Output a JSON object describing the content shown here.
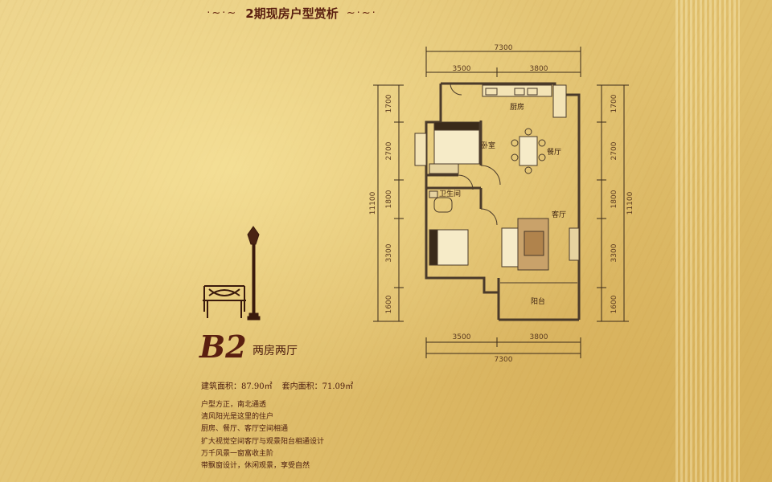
{
  "header": {
    "title": "2期现房户型赏析",
    "deco_left": "·~·~",
    "deco_right": "~·~·"
  },
  "unit": {
    "code": "B2",
    "type": "两房两厅",
    "built_area": "建筑面积：87.90㎡",
    "inner_area": "套内面积：71.09㎡",
    "features": [
      "户型方正，南北通透",
      "清风阳光是这里的住户",
      "厨房、餐厅、客厅空间相通",
      "扩大视觉空间客厅与观景阳台相通设计",
      "万千风景一窗富收主阶",
      "带飘窗设计，休闲观景，享受自然"
    ]
  },
  "plan": {
    "dims": {
      "top_total": "7300",
      "top_left": "3500",
      "top_right": "3800",
      "bottom_total": "7300",
      "bottom_left": "3500",
      "bottom_right": "3800",
      "left_total": "11100",
      "left_1": "1700",
      "left_2": "2700",
      "left_3": "1800",
      "left_4": "3300",
      "left_5": "1600",
      "right_total": "11100",
      "right_1": "1700",
      "right_2": "2700",
      "right_3": "1800",
      "right_4": "3300",
      "right_5": "1600"
    },
    "rooms": {
      "kitchen": "厨房",
      "bedroom1": "卧室",
      "dining": "餐厅",
      "bathroom": "卫生间",
      "living": "客厅",
      "balcony": "阳台"
    }
  }
}
